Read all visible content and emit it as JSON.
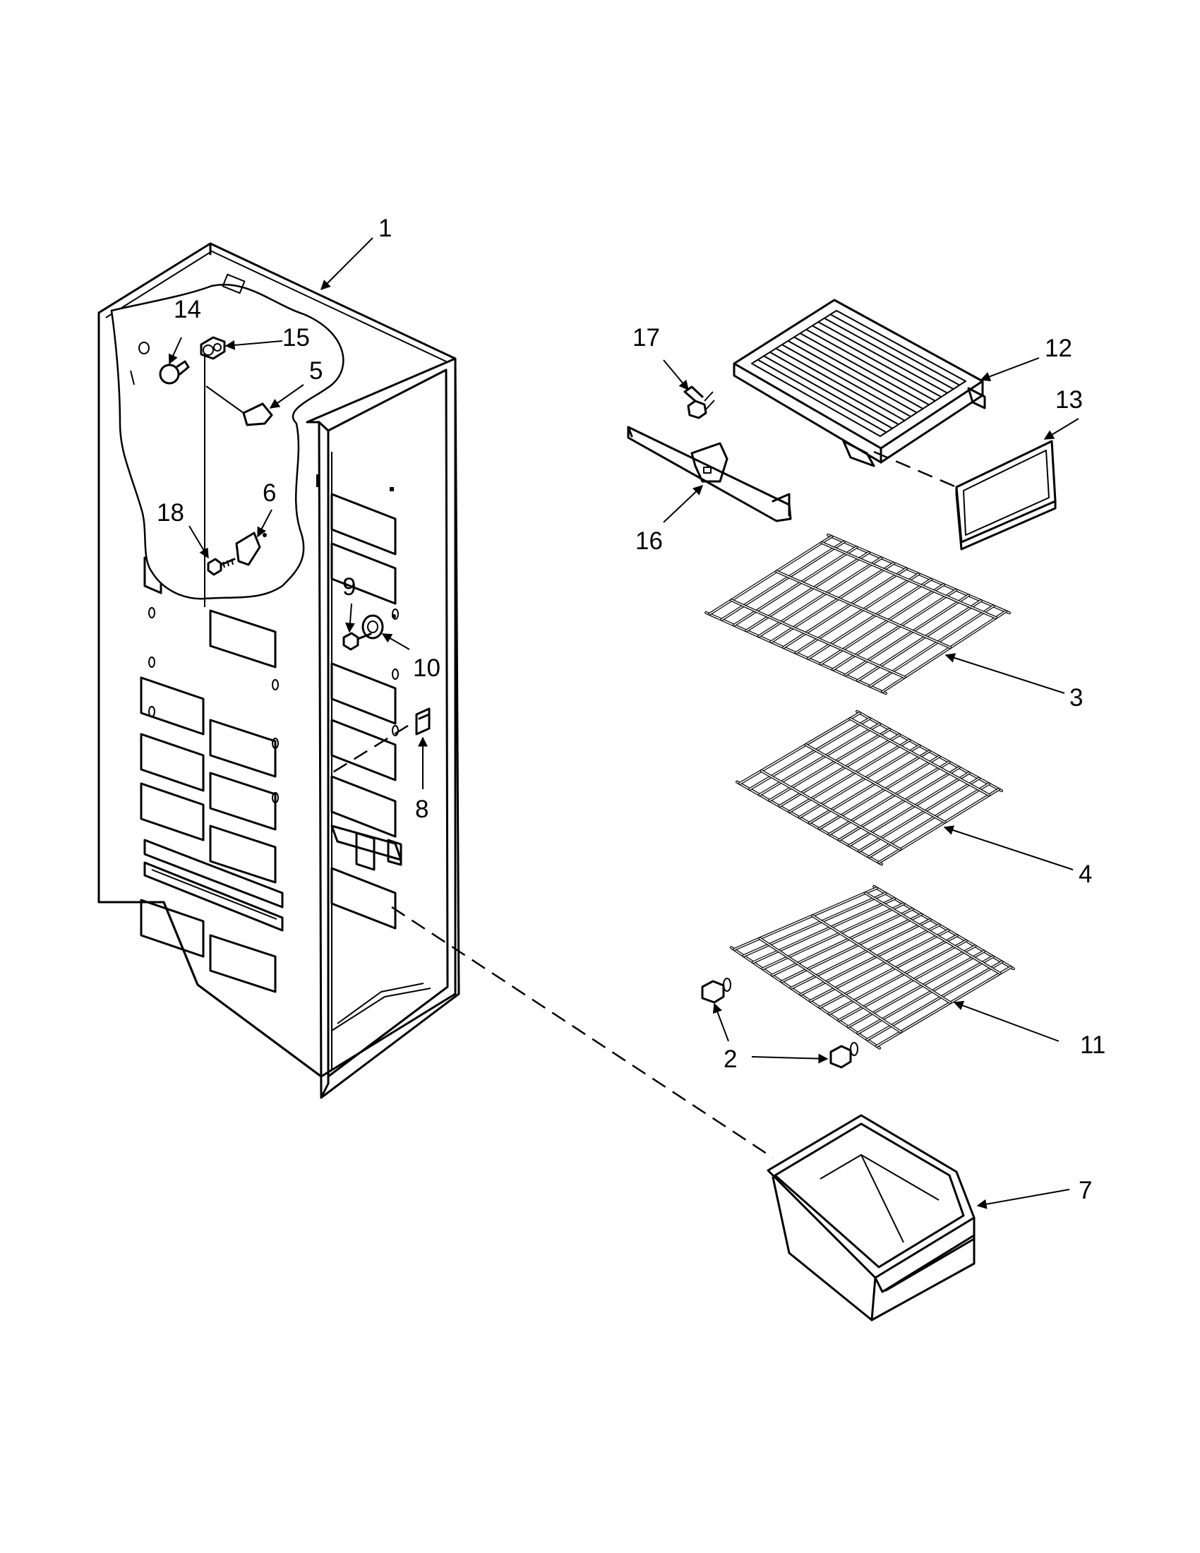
{
  "callouts": [
    {
      "id": "1",
      "part": "liner"
    },
    {
      "id": "2",
      "part": "shelf-support"
    },
    {
      "id": "3",
      "part": "wire-shelf"
    },
    {
      "id": "4",
      "part": "wire-shelf"
    },
    {
      "id": "5",
      "part": "clip"
    },
    {
      "id": "6",
      "part": "bracket"
    },
    {
      "id": "7",
      "part": "bin"
    },
    {
      "id": "8",
      "part": "switch"
    },
    {
      "id": "9",
      "part": "screw"
    },
    {
      "id": "10",
      "part": "grommet"
    },
    {
      "id": "11",
      "part": "wire-shelf"
    },
    {
      "id": "12",
      "part": "ice-tray-shelf"
    },
    {
      "id": "13",
      "part": "front-panel"
    },
    {
      "id": "14",
      "part": "light-bulb"
    },
    {
      "id": "15",
      "part": "light-socket"
    },
    {
      "id": "16",
      "part": "shelf-bracket"
    },
    {
      "id": "17",
      "part": "screw"
    },
    {
      "id": "18",
      "part": "screw"
    }
  ],
  "colors": {
    "ink": "#000000",
    "paper": "#ffffff"
  }
}
